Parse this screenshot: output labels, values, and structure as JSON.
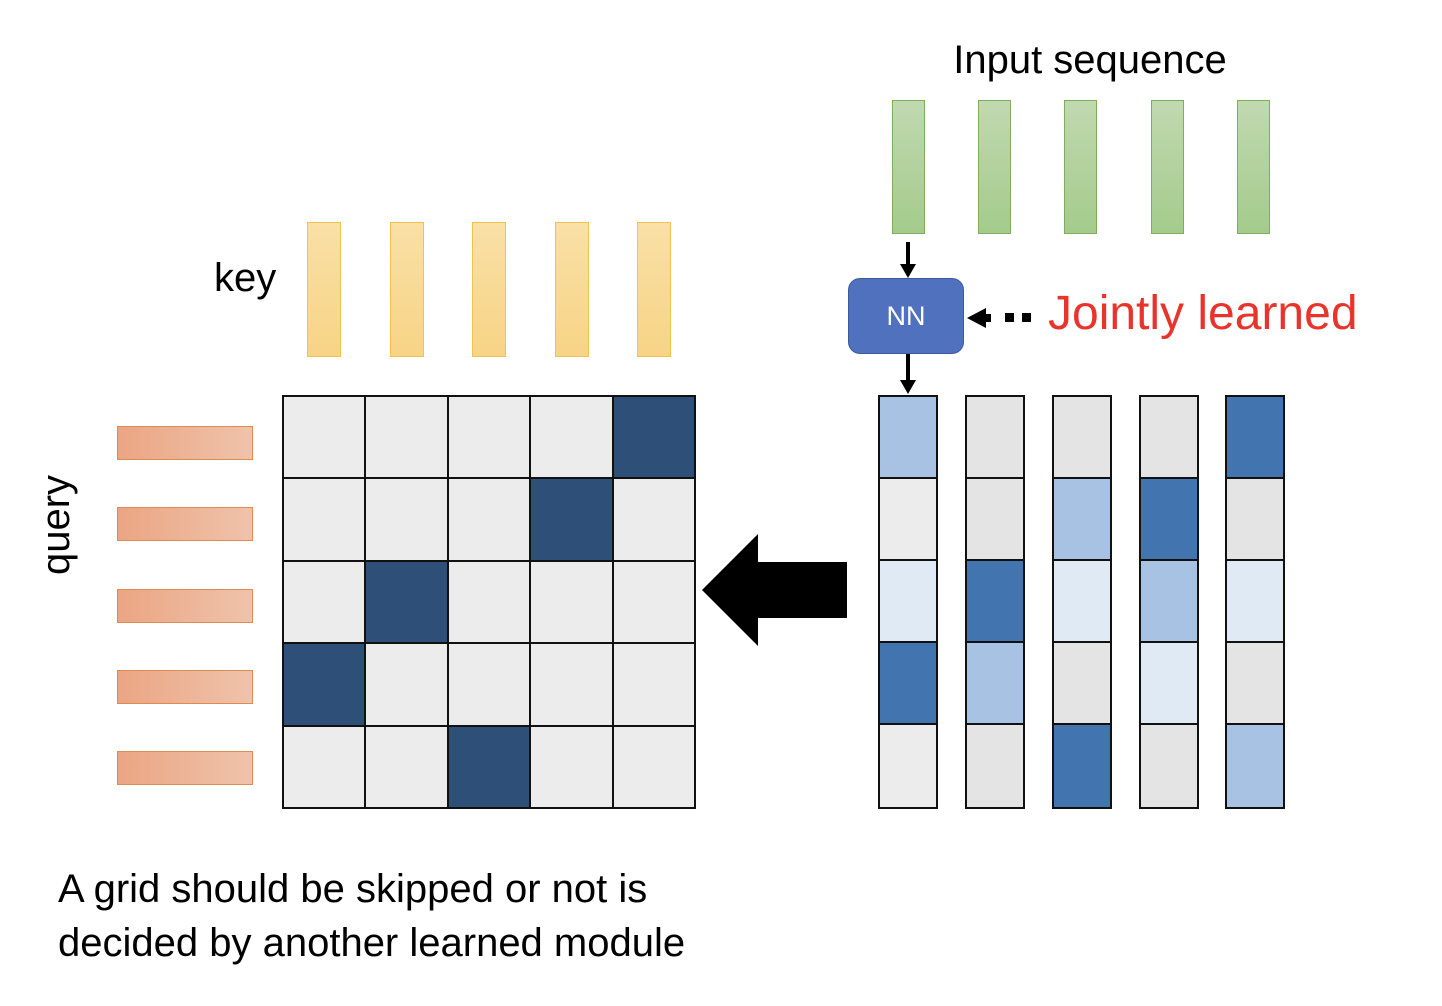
{
  "texts": {
    "input_sequence": "Input sequence",
    "key": "key",
    "query": "query",
    "nn": "NN",
    "jointly_learned": "Jointly learned",
    "caption_line1": "A grid should be skipped or not is",
    "caption_line2": "decided by another learned module"
  },
  "colors": {
    "grid_skip": "#ececec",
    "grid_active": "#2e4f78",
    "score_none": "#e4e4e4",
    "score_none_light": "#ececec",
    "score_low": "#e0eaf5",
    "score_mid": "#a7c2e2",
    "score_high": "#4274b0",
    "nn_fill": "#4f71be",
    "jointly_text": "#e8352c"
  },
  "input_sequence": {
    "count": 5
  },
  "keys": {
    "count": 5
  },
  "queries": {
    "count": 5
  },
  "attention_grid": {
    "rows": 5,
    "cols": 5,
    "active_cells": [
      [
        0,
        4
      ],
      [
        1,
        3
      ],
      [
        2,
        1
      ],
      [
        3,
        0
      ],
      [
        4,
        2
      ]
    ]
  },
  "score_columns": [
    [
      "mid",
      "none_light",
      "low",
      "high",
      "none_light"
    ],
    [
      "none",
      "none",
      "high",
      "mid",
      "none"
    ],
    [
      "none",
      "mid",
      "low",
      "none",
      "high"
    ],
    [
      "none",
      "high",
      "mid",
      "low",
      "none"
    ],
    [
      "high",
      "none",
      "low",
      "none",
      "mid"
    ]
  ]
}
